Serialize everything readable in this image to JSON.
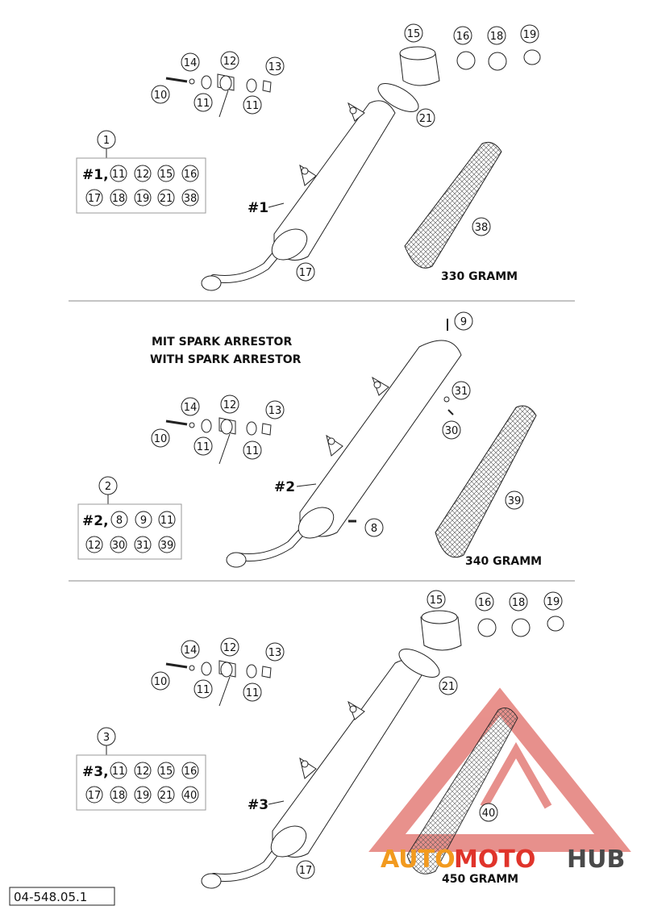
{
  "sections": [
    {
      "group_no": "1",
      "title_lines": [],
      "box_prefix": "#1,",
      "box_items": [
        "11",
        "12",
        "15",
        "16",
        "17",
        "18",
        "19",
        "21",
        "38"
      ],
      "body_label": "#1",
      "mass": "330 GRAMM",
      "callouts": {
        "c10": "10",
        "c14": "14",
        "c12": "12",
        "c13": "13",
        "c11a": "11",
        "c11b": "11",
        "c15": "15",
        "c16": "16",
        "c18": "18",
        "c19": "19",
        "c21": "21",
        "c17": "17",
        "c38": "38"
      }
    },
    {
      "group_no": "2",
      "title_lines": [
        "MIT SPARK ARRESTOR",
        "WITH SPARK ARRESTOR"
      ],
      "box_prefix": "#2,",
      "box_items": [
        "8",
        "9",
        "11",
        "12",
        "30",
        "31",
        "39"
      ],
      "body_label": "#2",
      "mass": "340 GRAMM",
      "callouts": {
        "c9": "9",
        "c10": "10",
        "c14": "14",
        "c12": "12",
        "c13": "13",
        "c11a": "11",
        "c11b": "11",
        "c31": "31",
        "c30": "30",
        "c8": "8",
        "c39": "39"
      }
    },
    {
      "group_no": "3",
      "title_lines": [],
      "box_prefix": "#3,",
      "box_items": [
        "11",
        "12",
        "15",
        "16",
        "17",
        "18",
        "19",
        "21",
        "40"
      ],
      "body_label": "#3",
      "mass": "450 GRAMM",
      "callouts": {
        "c10": "10",
        "c14": "14",
        "c12": "12",
        "c13": "13",
        "c11a": "11",
        "c11b": "11",
        "c15": "15",
        "c16": "16",
        "c18": "18",
        "c19": "19",
        "c21": "21",
        "c17": "17",
        "c40": "40"
      }
    }
  ],
  "drawing_code": "04-548.05.1",
  "watermark": {
    "part1": "AUTO",
    "part2": "MOTO",
    "part3": "HUB",
    "color_accent": "#e0342b",
    "color_orange": "#f29a1f",
    "color_dark": "#4a4a4a"
  }
}
